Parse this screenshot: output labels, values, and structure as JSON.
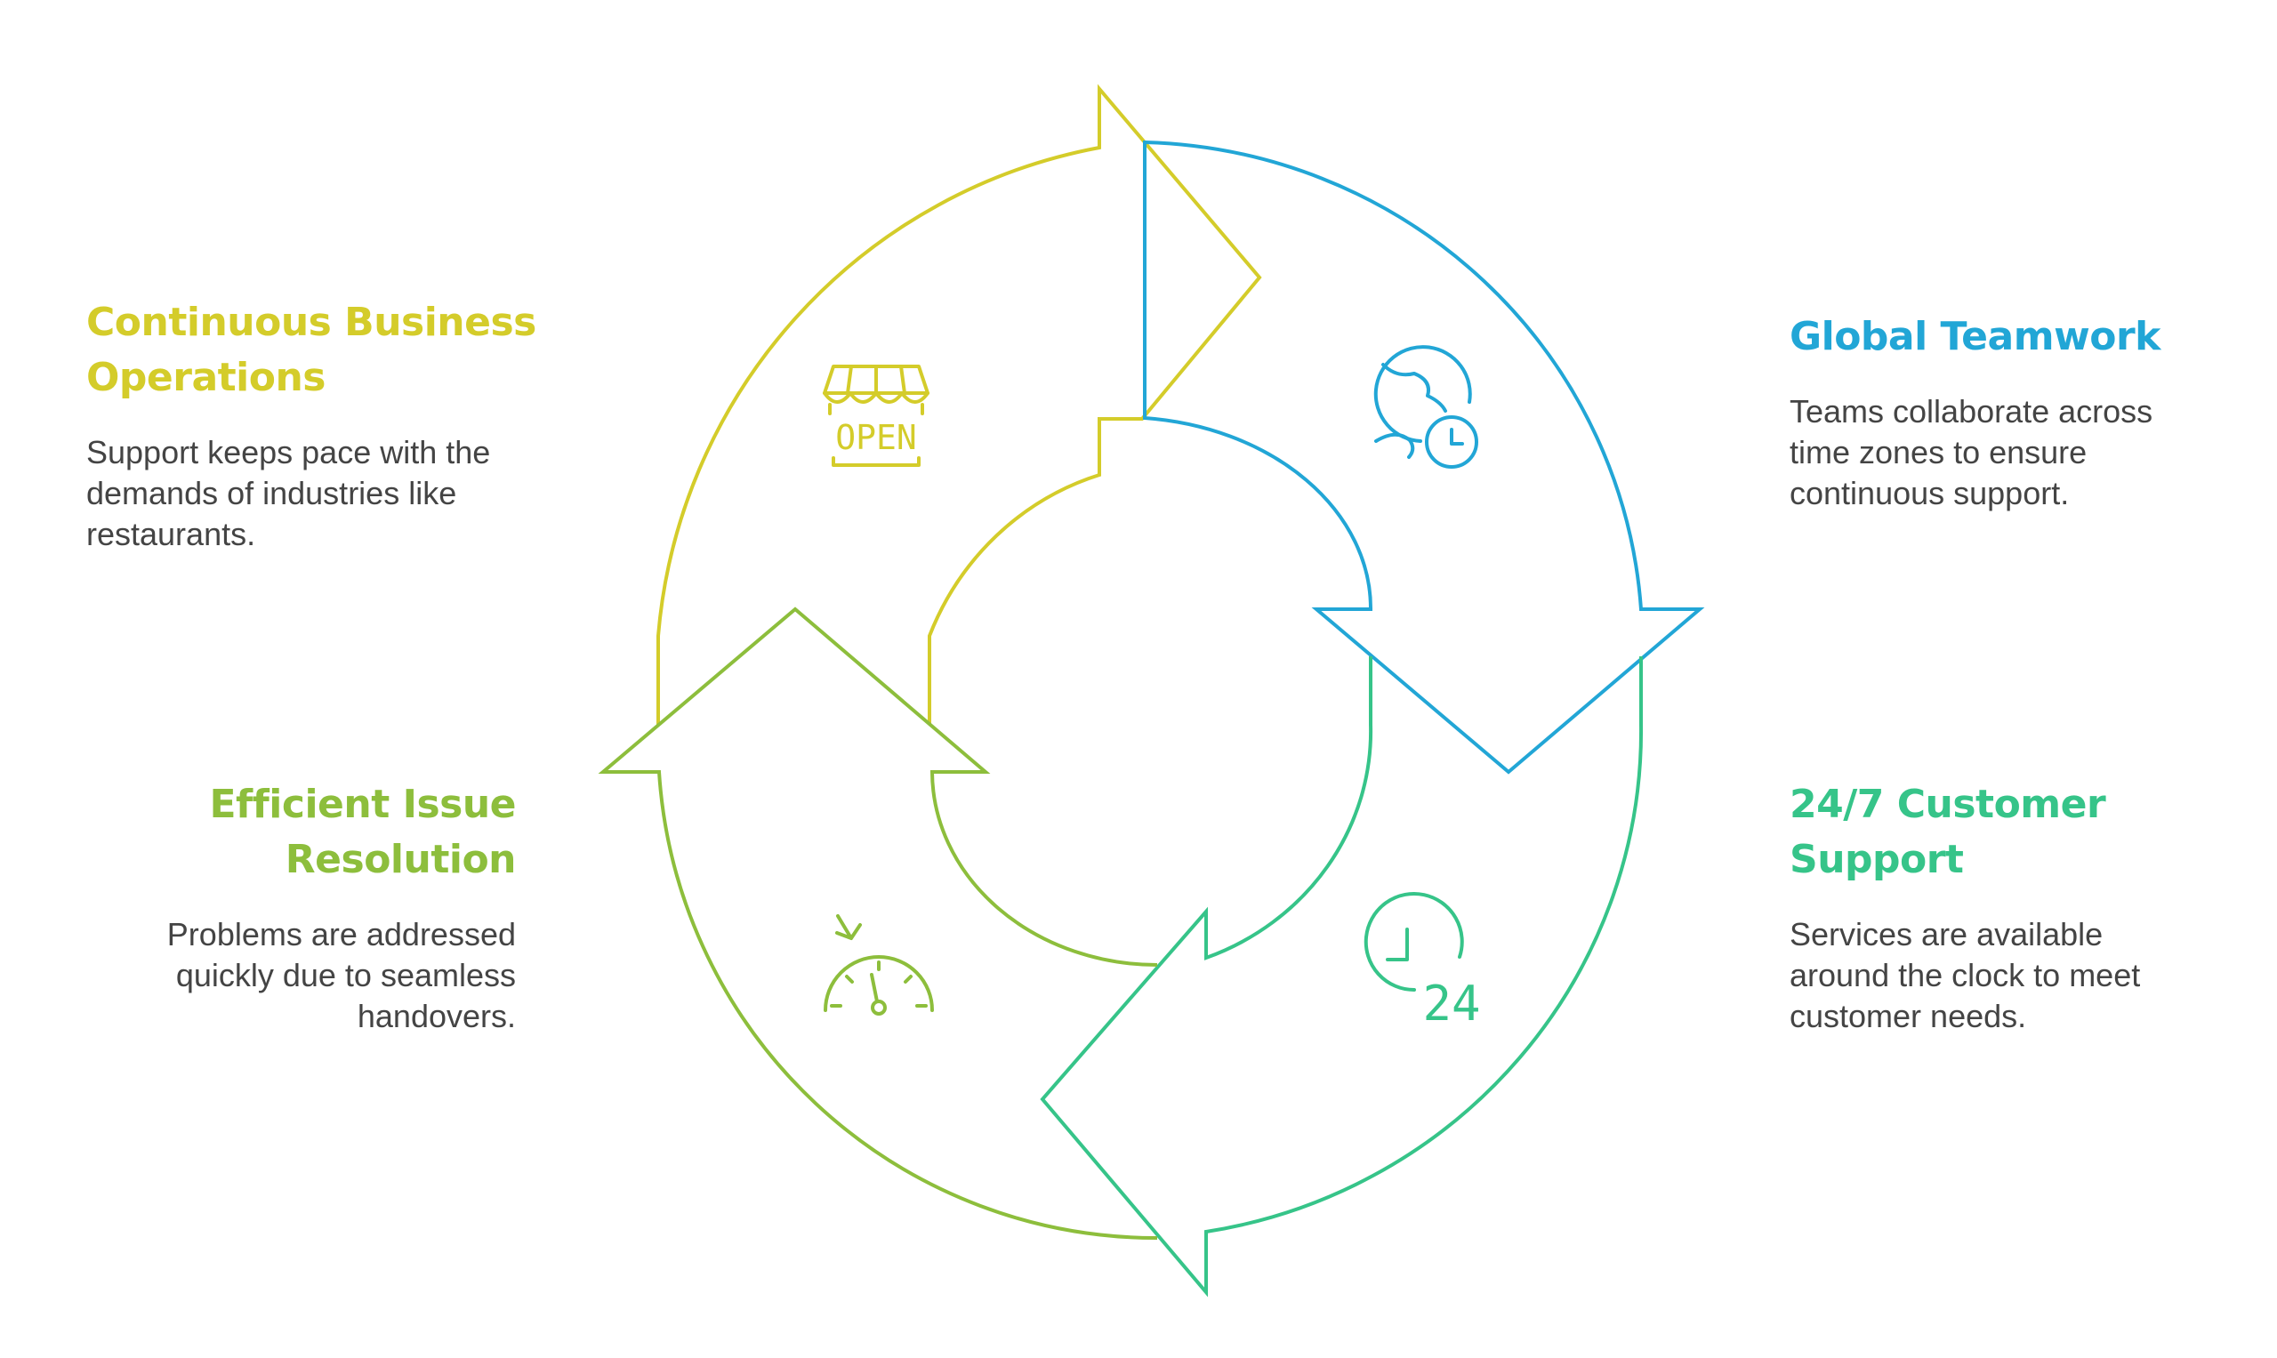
{
  "colors": {
    "yellow": "#D4CC2A",
    "blue": "#22A6D6",
    "teal": "#36C489",
    "green": "#8DBE3C",
    "text": "#444444"
  },
  "steps": [
    {
      "title": "Continuous Business Operations",
      "description": "Support keeps pace with the demands of industries like restaurants.",
      "icon": "open-sign-icon",
      "icon_text": "OPEN",
      "color": "#D4CC2A"
    },
    {
      "title": "Global Teamwork",
      "description": "Teams collaborate across time zones to ensure continuous support.",
      "icon": "globe-clock-icon",
      "color": "#22A6D6"
    },
    {
      "title": "24/7 Customer Support",
      "description": "Services are available around the clock to meet customer needs.",
      "icon": "clock-24-icon",
      "icon_text": "24",
      "color": "#36C489"
    },
    {
      "title": "Efficient Issue Resolution",
      "description": "Problems are addressed quickly due to seamless handovers.",
      "icon": "speedometer-icon",
      "color": "#8DBE3C"
    }
  ]
}
